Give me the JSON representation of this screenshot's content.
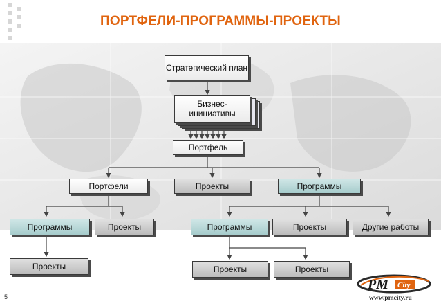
{
  "slide": {
    "title": "ПОРТФЕЛИ-ПРОГРАММЫ-ПРОЕКТЫ",
    "page_number": "5",
    "website": "www.pmcity.ru",
    "logo_text": "PMCity"
  },
  "nodes": {
    "strategic_plan": "Стратегический план",
    "business_initiatives": "Бизнес-инициативы",
    "portfolio": "Портфель",
    "portfolios": "Портфели",
    "projects_mid": "Проекты",
    "programs_mid": "Программы",
    "programs_left": "Программы",
    "projects_left": "Проекты",
    "programs_center": "Программы",
    "projects_center": "Проекты",
    "other_work": "Другие работы",
    "projects_bottom_left": "Проекты",
    "projects_bottom_a": "Проекты",
    "projects_bottom_b": "Проекты"
  },
  "colors": {
    "title": "#e0640f",
    "box_gray": "#c8c8c8",
    "box_teal": "#b9d9d9",
    "connector": "#444444"
  }
}
